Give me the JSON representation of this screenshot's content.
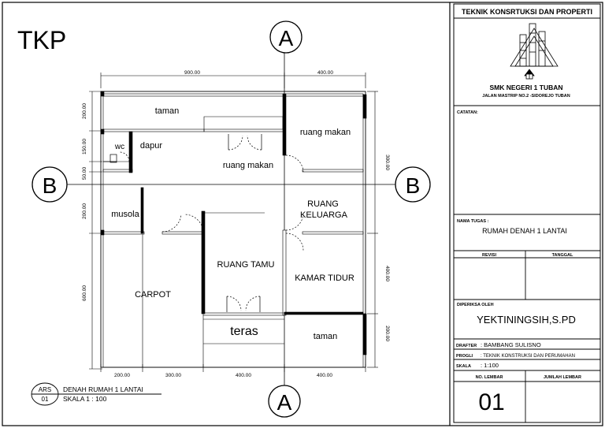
{
  "drawing": {
    "title": "TKP",
    "grid_marks": {
      "a_top": "A",
      "a_bottom": "A",
      "b_left": "B",
      "b_right": "B"
    },
    "dimensions": {
      "top_left": "900.00",
      "top_right": "400.00",
      "left": [
        "200.00",
        "150.00",
        "50.00",
        "200.00",
        "600.00"
      ],
      "right": [
        "300.00",
        "400.00",
        "200.00"
      ],
      "bottom": [
        "200.00",
        "300.00",
        "400.00",
        "400.00"
      ]
    },
    "rooms": {
      "taman_top": "taman",
      "ruang_makan_right": "ruang makan",
      "wc": "wc",
      "dapur": "dapur",
      "ruang_makan_center": "ruang makan",
      "musola": "musola",
      "ruang_keluarga_1": "RUANG",
      "ruang_keluarga_2": "KELUARGA",
      "ruang_tamu": "RUANG TAMU",
      "kamar_tidur": "KAMAR TIDUR",
      "carpot": "CARPOT",
      "teras": "teras",
      "taman_bottom": "taman"
    },
    "legend": {
      "code_top": "ARS",
      "code_bottom": "01",
      "name": "DENAH RUMAH 1 LANTAI",
      "scale": "SKALA 1 : 100"
    }
  },
  "title_block": {
    "header": "TEKNIK KONSRTUKSI DAN PROPERTI",
    "school": "SMK NEGERI 1 TUBAN",
    "address": "JALAN MASTRIP NO.2 -SIDOREJO TUBAN",
    "catatan_label": "CATATAN:",
    "nama_tugas_label": "NAMA TUGAS :",
    "nama_tugas_value": "RUMAH  DENAH 1 LANTAI",
    "revisi_label": "REVISI",
    "tanggal_label": "TANGGAL",
    "diperiksa_label": "DIPERIKSA OLEH",
    "diperiksa_value": "YEKTININGSIH,S.PD",
    "drafter_label": "DRAFTER",
    "drafter_value": ":  BAMBANG SULISNO",
    "progli_label": "PROGLI",
    "progli_value": ":   TEKNIK KONSTRUKSI DAN PERUMAHAN",
    "skala_label": "SKALA",
    "skala_value": ":   1:100",
    "no_lembar_label": "NO. LEMBAR",
    "jumlah_lembar_label": "JUMLAH LEMBAR",
    "no_lembar_value": "01"
  }
}
